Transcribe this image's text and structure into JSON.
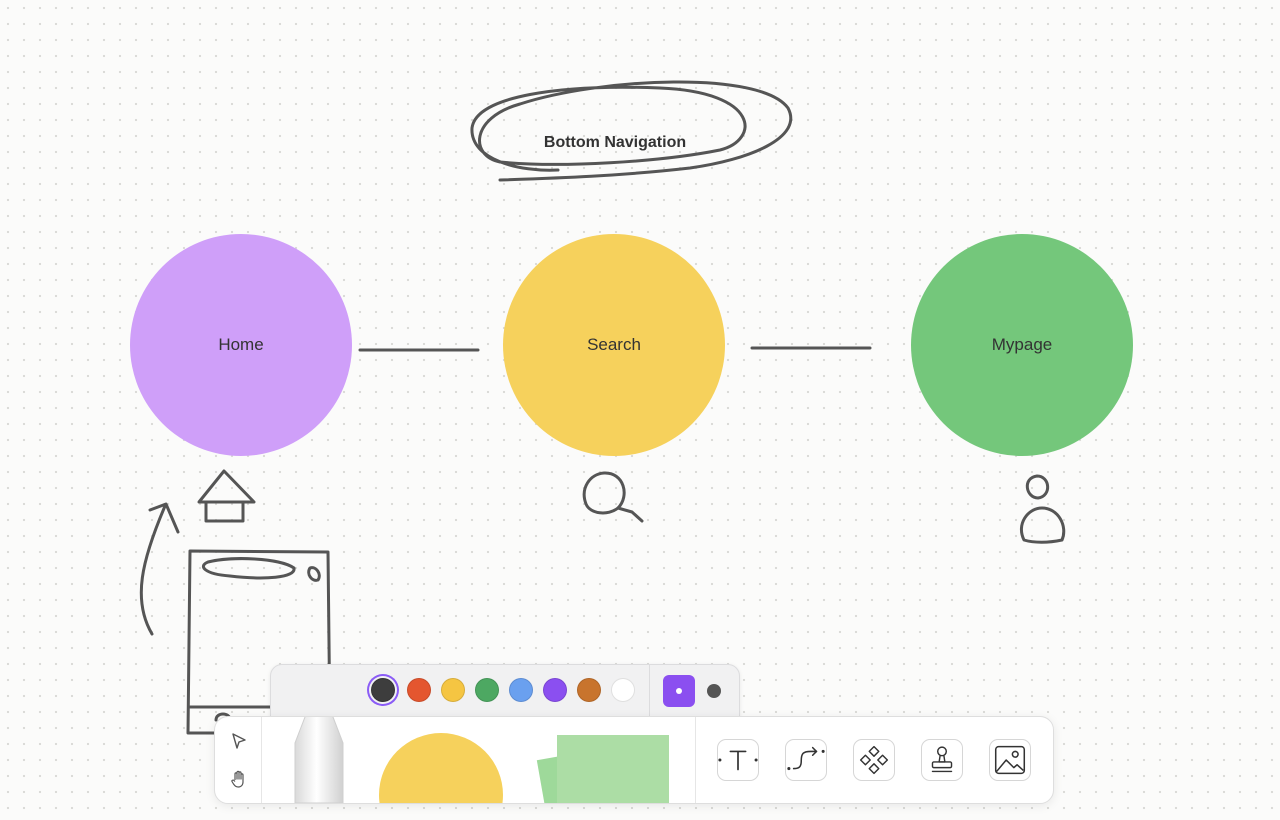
{
  "board": {
    "title": "Bottom Navigation",
    "nodes": [
      {
        "label": "Home",
        "color": "#cf9ff9"
      },
      {
        "label": "Search",
        "color": "#f6d15c"
      },
      {
        "label": "Mypage",
        "color": "#74c77b"
      }
    ]
  },
  "palette": {
    "colors": [
      "#3d3d3d",
      "#e4562f",
      "#f5c542",
      "#4da862",
      "#6aa0ef",
      "#8b4ff0",
      "#c8742d",
      "#ffffff"
    ],
    "selected_color": "#3d3d3d",
    "accent": "#8b4ff0"
  },
  "toolbar": {
    "icons": [
      "select-arrow-icon",
      "hand-icon",
      "pen-icon",
      "shape-icon",
      "sticky-note-icon",
      "text-icon",
      "connector-icon",
      "component-icon",
      "stamp-icon",
      "image-icon"
    ]
  }
}
